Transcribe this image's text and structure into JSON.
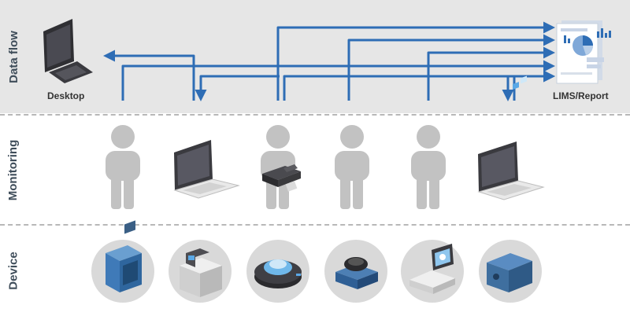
{
  "rows": {
    "data_flow": "Data flow",
    "monitoring": "Monitoring",
    "device": "Device"
  },
  "nodes": {
    "desktop": "Desktop",
    "lims": "LIMS/Report"
  },
  "colors": {
    "arrow": "#2e6db5",
    "band": "#e6e6e6",
    "person": "#c2c2c2",
    "device_bg": "#d9d9d9",
    "label": "#3f4d5a"
  },
  "monitoring_items": [
    "person-icon",
    "laptop-icon",
    "person-with-usb-icon",
    "person-icon",
    "person-icon",
    "laptop-icon"
  ],
  "device_items": [
    "oven-icon",
    "water-bath-icon",
    "centrifuge-icon",
    "mixer-icon",
    "microscope-icon",
    "analyzer-icon"
  ]
}
